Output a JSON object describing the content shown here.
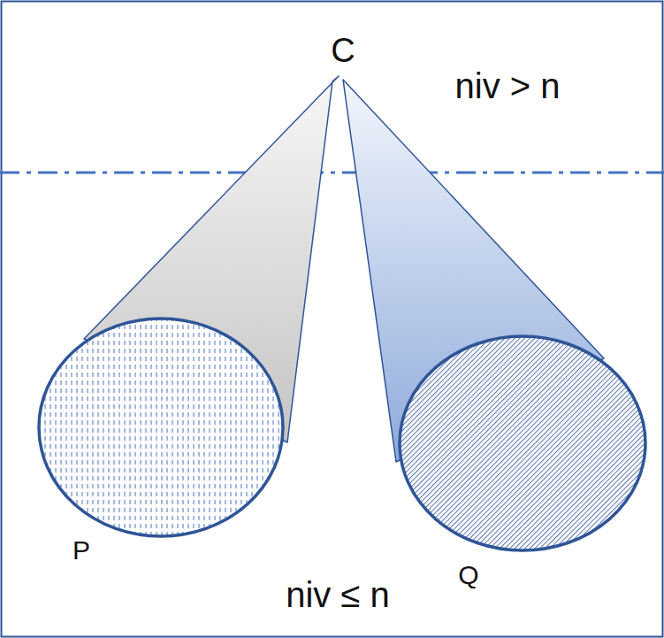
{
  "diagram": {
    "nodes": [
      {
        "text": [
          "P"
        ]
      },
      {
        "text": [
          "Q"
        ]
      }
    ],
    "labels": [
      "C",
      "niv > n",
      "niv ≤ n"
    ]
  }
}
